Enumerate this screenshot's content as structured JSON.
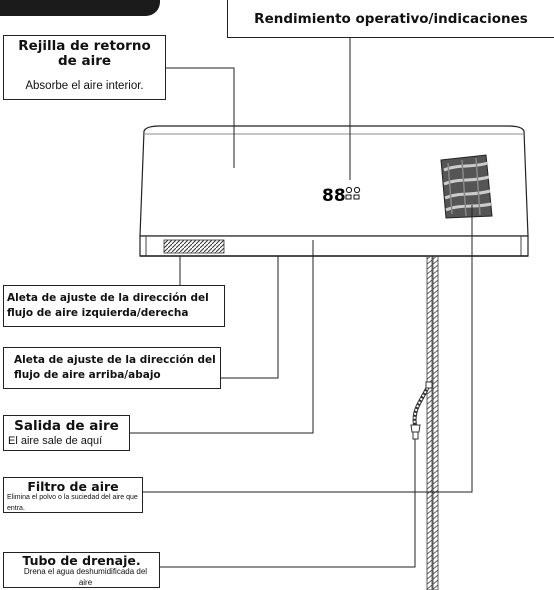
{
  "top_label": "Rendimiento operativo/indicaciones",
  "labels": {
    "return_grille": {
      "title": "Rejilla de retorno de aire",
      "desc": "Absorbe el aire interior."
    },
    "lr_louver": {
      "title": "Aleta de ajuste de la dirección del flujo de aire izquierda/derecha"
    },
    "ud_louver": {
      "title": "Aleta de ajuste de la dirección del flujo de aire arriba/abajo"
    },
    "air_outlet": {
      "title": "Salida de aire",
      "desc": "El aire sale de aquí"
    },
    "air_filter": {
      "title": "Filtro de aire",
      "desc": "Elimina el polvo o la suciedad del aire que entra."
    },
    "drain_pipe": {
      "title": "Tubo de drenaje.",
      "desc": "Drena el agua deshumidificada del aire"
    }
  },
  "display_glyph": "88"
}
